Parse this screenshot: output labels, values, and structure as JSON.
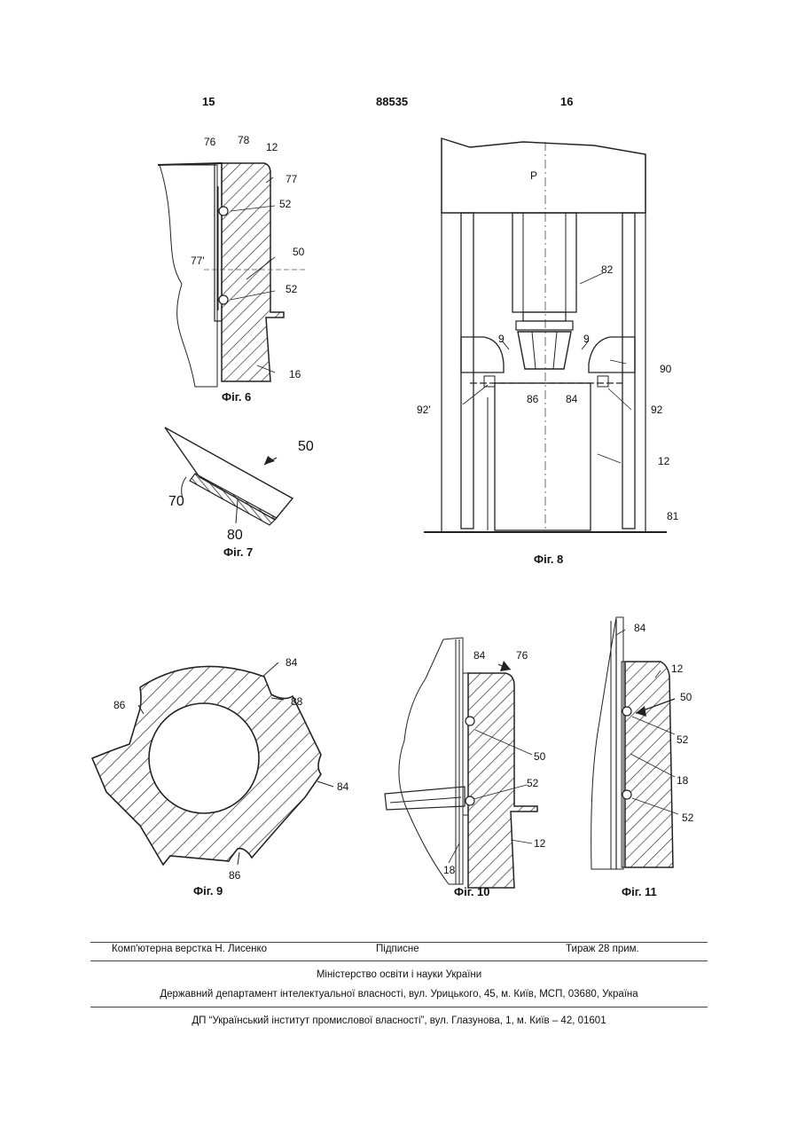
{
  "header": {
    "page_left": "15",
    "patent_number": "88535",
    "page_right": "16"
  },
  "figures": {
    "fig6": {
      "caption": "Фіг. 6",
      "labels": [
        "76",
        "78",
        "12",
        "77",
        "52",
        "50",
        "77'",
        "52",
        "16"
      ]
    },
    "fig7": {
      "caption": "Фіг. 7",
      "labels": [
        "50",
        "70",
        "80"
      ]
    },
    "fig8": {
      "caption": "Фіг. 8",
      "labels": [
        "P",
        "82",
        "9",
        "9",
        "90",
        "92'",
        "86",
        "84",
        "92",
        "12",
        "81"
      ]
    },
    "fig9": {
      "caption": "Фіг. 9",
      "labels": [
        "84",
        "86",
        "88",
        "84",
        "86"
      ]
    },
    "fig10": {
      "caption": "Фіг. 10",
      "labels": [
        "84",
        "76",
        "50",
        "52",
        "18",
        "12"
      ]
    },
    "fig11": {
      "caption": "Фіг. 11",
      "labels": [
        "84",
        "12",
        "50",
        "52",
        "18",
        "52"
      ]
    }
  },
  "footer": {
    "typesetting": "Комп'ютерна верстка Н. Лисенко",
    "signed": "Підписне",
    "circulation": "Тираж 28 прим.",
    "ministry": "Міністерство освіти і науки України",
    "department": "Державний департамент інтелектуальної власності, вул. Урицького, 45, м. Київ, МСП, 03680, Україна",
    "institute": "ДП “Український інститут промислової власності”, вул. Глазунова, 1, м. Київ – 42, 01601"
  }
}
